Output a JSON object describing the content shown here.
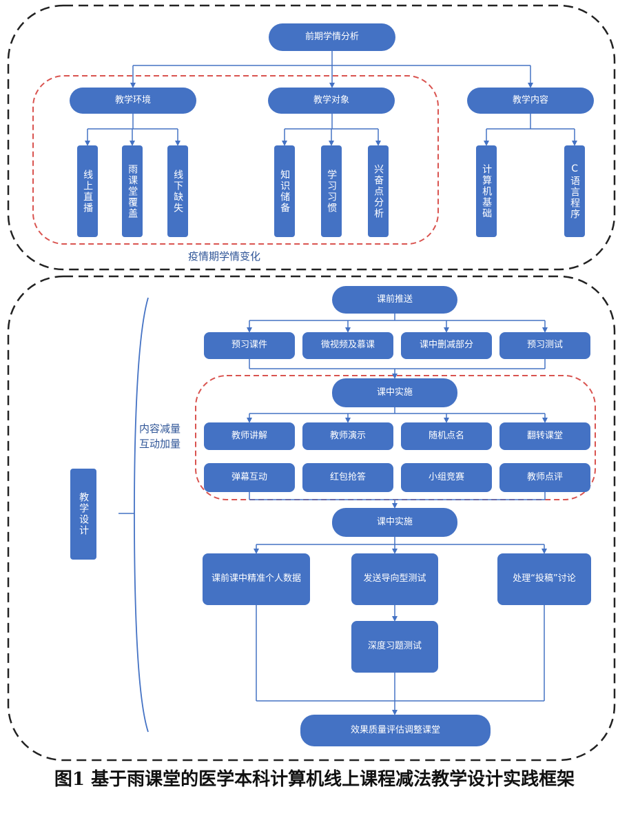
{
  "top_section": {
    "root": "前期学情分析",
    "branch_env": "教学环境",
    "branch_obj": "教学对象",
    "branch_content": "教学内容",
    "env_items": [
      "线上直播",
      "雨课堂覆盖",
      "线下缺失"
    ],
    "obj_items": [
      "知识储备",
      "学习习惯",
      "兴奋点分析"
    ],
    "content_items": [
      "计算机基础",
      "C语言程序"
    ],
    "red_region_label": "疫情期学情变化"
  },
  "bottom_section": {
    "side_label": "教学设计",
    "brace_label_line1": "内容减量",
    "brace_label_line2": "互动加量",
    "pre_class": "课前推送",
    "pre_items": [
      "预习课件",
      "微视频及慕课",
      "课中删减部分",
      "预习测试"
    ],
    "in_class": "课中实施",
    "in_items_row1": [
      "教师讲解",
      "教师演示",
      "随机点名",
      "翻转课堂"
    ],
    "in_items_row2": [
      "弹幕互动",
      "红包抢答",
      "小组竞赛",
      "教师点评"
    ],
    "in_class_2": "课中实施",
    "after_items": [
      "课前课中精准个人数据",
      "发送导向型测试",
      "处理“投稿”讨论"
    ],
    "deep_test": "深度习题测试",
    "final": "效果质量评估调整课堂"
  },
  "caption": "图1  基于雨课堂的医学本科计算机线上课程减法教学设计实践框架"
}
